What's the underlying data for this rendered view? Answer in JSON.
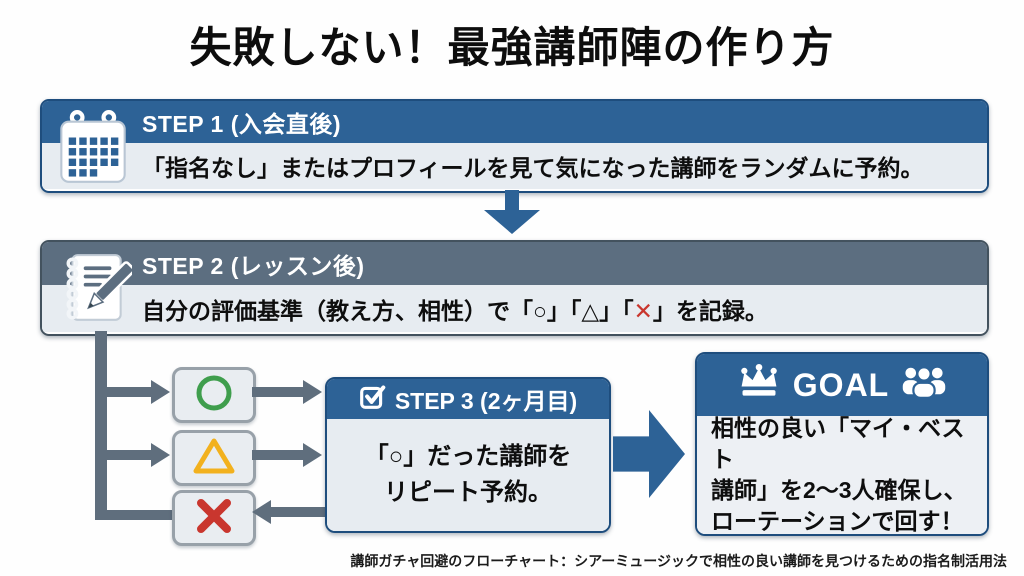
{
  "title": "失敗しない！最強講師陣の作り方",
  "colors": {
    "primary_blue": "#2d6296",
    "slate_gray": "#5c6e80",
    "panel_bg": "#e7ecf1",
    "circle_green": "#3f9e4d",
    "triangle_yellow": "#f2b11e",
    "cross_red": "#c9362e"
  },
  "step1": {
    "icon": "calendar-icon",
    "header": "STEP 1 (入会直後)",
    "body": "「指名なし」またはプロフィールを見て気になった講師をランダムに予約。"
  },
  "step2": {
    "icon": "notebook-pencil-icon",
    "header": "STEP 2 (レッスン後)",
    "body_before": "自分の評価基準（教え方、相性）で「○」「△」「",
    "body_cross": "✕",
    "body_after": "」を記録。"
  },
  "ratings": {
    "circle_label": "○",
    "triangle_label": "△",
    "cross_label": "✕"
  },
  "step3": {
    "icon": "checkbox-icon",
    "header": "STEP 3 (2ヶ月目)",
    "body_line1": "「○」だった講師を",
    "body_line2": "リピート予約。"
  },
  "goal": {
    "icons": [
      "crown-icon",
      "people-icon"
    ],
    "header": "GOAL",
    "body_line1": "相性の良い「マイ・ベスト",
    "body_line2": "講師」を2〜3人確保し、",
    "body_line3": "ローテーションで回す！"
  },
  "caption": "講師ガチャ回避のフローチャート：シアーミュージックで相性の良い講師を見つけるための指名制活用法"
}
